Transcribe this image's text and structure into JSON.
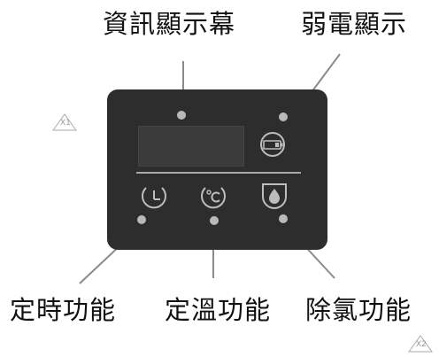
{
  "labels": {
    "info_screen": "資訊顯示幕",
    "low_power": "弱電顯示",
    "timer": "定時功能",
    "temp": "定溫功能",
    "dechlorine": "除氯功能"
  },
  "marks": {
    "x1": "X1",
    "x2": "X2"
  },
  "icons": {
    "battery": "battery-icon",
    "clock": "clock-icon",
    "celsius": "celsius-icon",
    "water_drop": "water-drop-icon"
  }
}
